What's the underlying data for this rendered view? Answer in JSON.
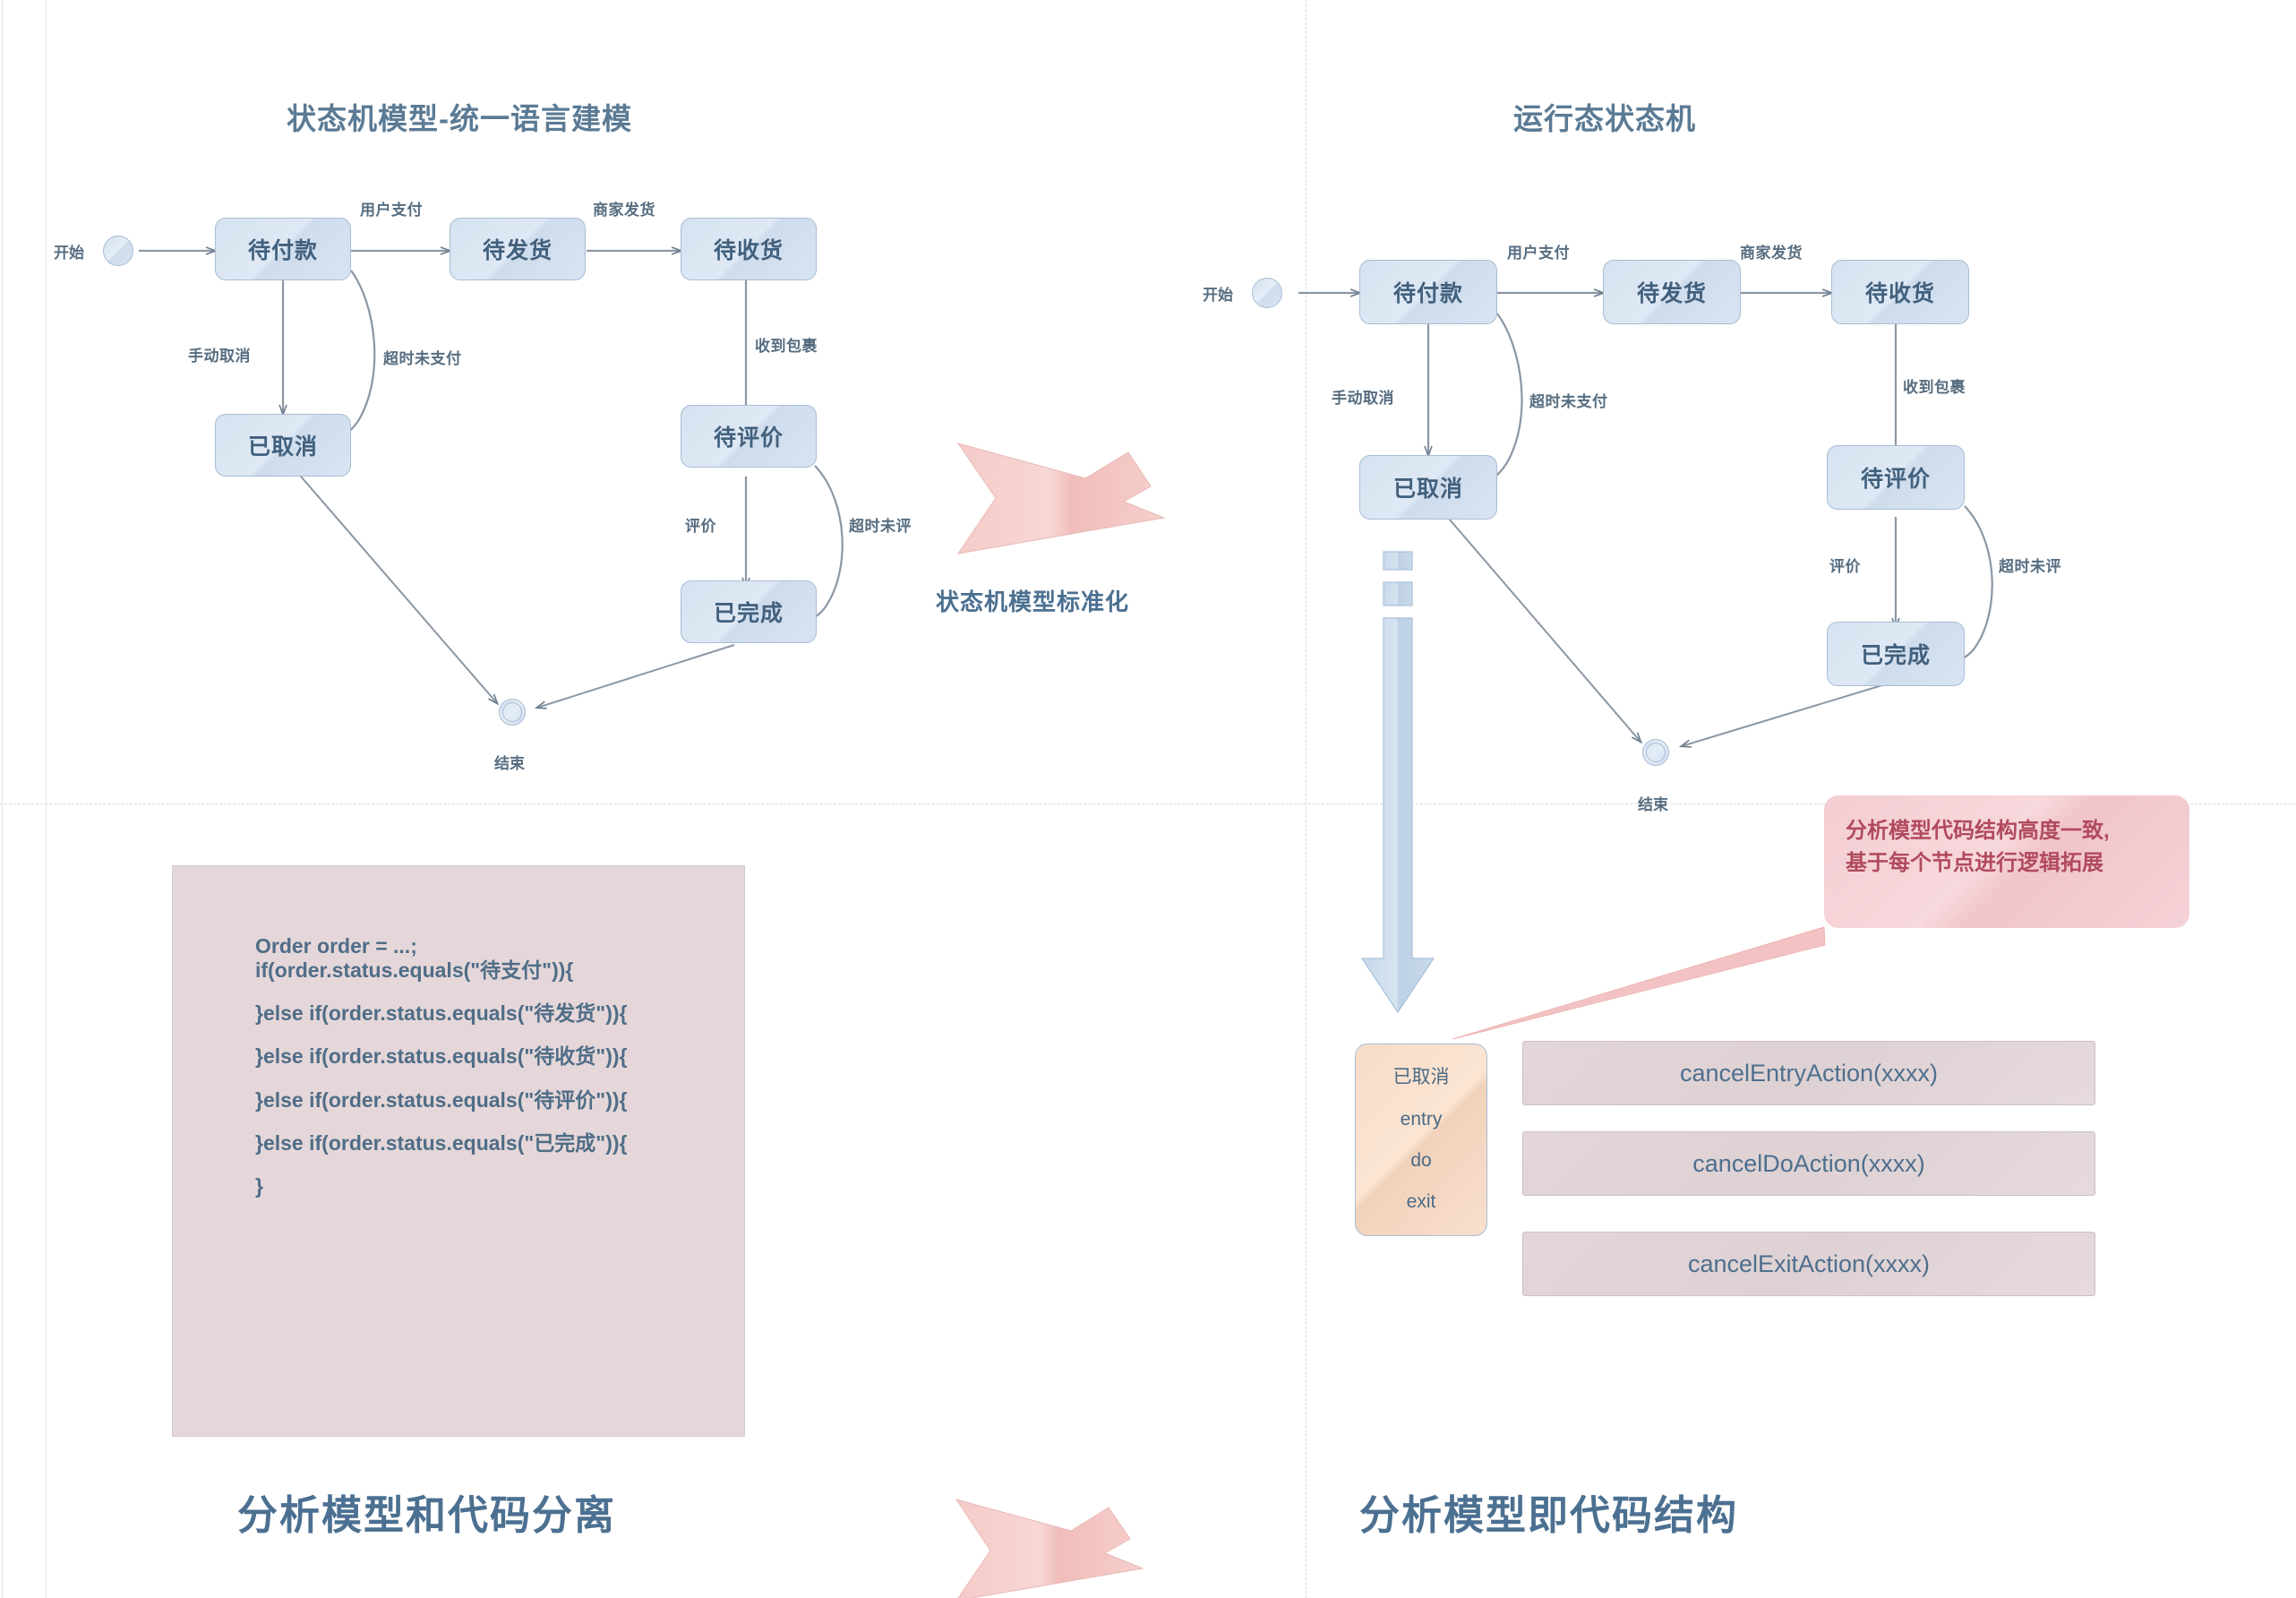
{
  "quadrants": {
    "top_left_title": "状态机模型-统一语言建模",
    "top_right_title": "运行态状态机",
    "middle_caption": "状态机模型标准化",
    "bottom_left_caption": "分析模型和代码分离",
    "bottom_right_caption": "分析模型即代码结构"
  },
  "state_machine": {
    "start_label": "开始",
    "end_label": "结束",
    "states": [
      {
        "id": "pending_payment",
        "label": "待付款"
      },
      {
        "id": "pending_shipment",
        "label": "待发货"
      },
      {
        "id": "pending_receipt",
        "label": "待收货"
      },
      {
        "id": "cancelled",
        "label": "已取消"
      },
      {
        "id": "pending_review",
        "label": "待评价"
      },
      {
        "id": "completed",
        "label": "已完成"
      }
    ],
    "transitions": [
      {
        "id": "user_pay",
        "label": "用户支付"
      },
      {
        "id": "merchant_ship",
        "label": "商家发货"
      },
      {
        "id": "manual_cancel",
        "label": "手动取消"
      },
      {
        "id": "timeout_unpaid",
        "label": "超时未支付"
      },
      {
        "id": "package_received",
        "label": "收到包裹"
      },
      {
        "id": "review",
        "label": "评价"
      },
      {
        "id": "timeout_unreviewed",
        "label": "超时未评"
      }
    ]
  },
  "code_panel": {
    "lines": [
      "Order order = ...;",
      "if(order.status.equals(\"待支付\")){",
      "}else if(order.status.equals(\"待发货\")){",
      "}else if(order.status.equals(\"待收货\")){",
      "}else if(order.status.equals(\"待评价\")){",
      "}else if(order.status.equals(\"已完成\")){",
      "}"
    ]
  },
  "runtime_node": {
    "title": "已取消",
    "entry": "entry",
    "do": "do",
    "exit": "exit"
  },
  "actions": [
    {
      "id": "entry-action",
      "label": "cancelEntryAction(xxxx)"
    },
    {
      "id": "do-action",
      "label": "cancelDoAction(xxxx)"
    },
    {
      "id": "exit-action",
      "label": "cancelExitAction(xxxx)"
    }
  ],
  "callout": {
    "line1": "分析模型代码结构高度一致,",
    "line2": "基于每个节点进行逻辑拓展"
  },
  "colors": {
    "state_fill": "#d8e4f2",
    "state_border": "#a8bdd4",
    "title_text": "#5b7a94",
    "caption_text": "#4c7091",
    "code_panel_bg": "#e5d7d9",
    "code_text": "#4f6d87",
    "action_bg": "#e1d4d6",
    "action_text": "#4d6f8e",
    "callout_bg": "#f3cdd2",
    "callout_text": "#b14a5e",
    "accent_arrow": "#f2c3c1",
    "blue_arrow": "#c3d5e8",
    "entry_state_fill": "#f8dfcd"
  }
}
